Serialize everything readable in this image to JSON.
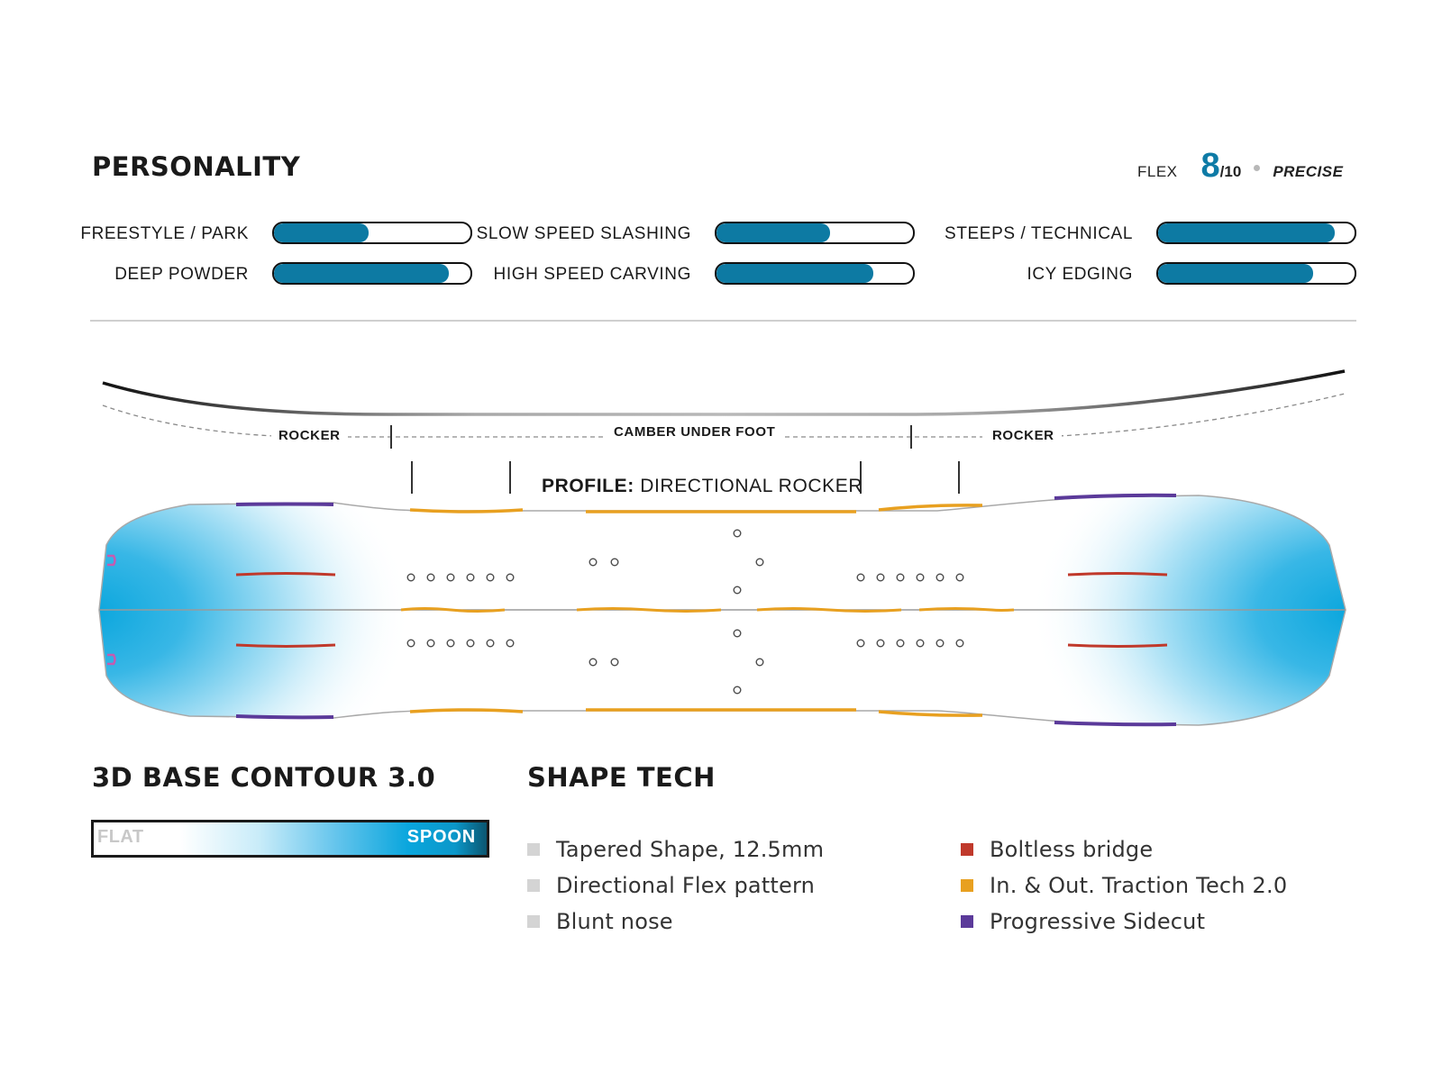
{
  "personality": {
    "title": "PERSONALITY",
    "flex": {
      "label": "FLEX",
      "value": "8",
      "max": "/10",
      "descriptor": "PRECISE"
    },
    "bars": [
      {
        "label": "FREESTYLE / PARK",
        "level": 0.48
      },
      {
        "label": "SLOW SPEED SLASHING",
        "level": 0.58
      },
      {
        "label": "STEEPS / TECHNICAL",
        "level": 0.9
      },
      {
        "label": "DEEP POWDER",
        "level": 0.89
      },
      {
        "label": "HIGH SPEED CARVING",
        "level": 0.8
      },
      {
        "label": "ICY EDGING",
        "level": 0.79
      }
    ]
  },
  "profile": {
    "rocker_left": "ROCKER",
    "camber": "CAMBER UNDER FOOT",
    "rocker_right": "ROCKER",
    "label_prefix": "PROFILE:",
    "label_value": "DIRECTIONAL ROCKER"
  },
  "base_contour": {
    "title": "3D BASE CONTOUR 3.0",
    "left_label": "FLAT",
    "right_label": "SPOON"
  },
  "shape_tech": {
    "title": "SHAPE TECH",
    "items": [
      {
        "text": "Tapered Shape, 12.5mm",
        "color": "#d4d4d4"
      },
      {
        "text": "Directional Flex pattern",
        "color": "#d4d4d4"
      },
      {
        "text": "Blunt nose",
        "color": "#d4d4d4"
      },
      {
        "text": "Boltless bridge",
        "color": "#c0392b"
      },
      {
        "text": "In. & Out. Traction Tech 2.0",
        "color": "#e8a020"
      },
      {
        "text": "Progressive Sidecut",
        "color": "#5b3a9a"
      }
    ]
  },
  "colors": {
    "bar_fill": "#0d7aa3",
    "flex_accent": "#0e7ba6",
    "board_blue": "#0aa6dd",
    "traction_orange": "#e8a020",
    "sidecut_purple": "#5b3a9a",
    "bridge_red": "#c0392b"
  }
}
